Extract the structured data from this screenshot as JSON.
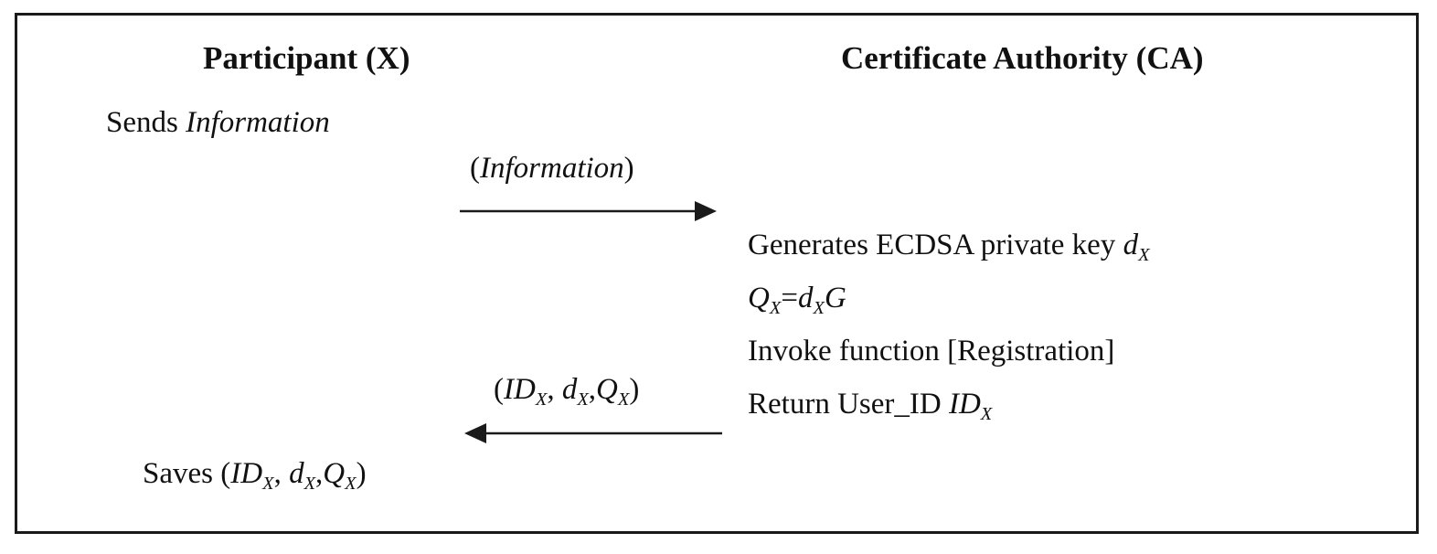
{
  "headers": {
    "participant": "Participant (X)",
    "ca": "Certificate Authority (CA)"
  },
  "participant": {
    "sends_prefix": "Sends",
    "sends_var": "Information",
    "saves_prefix": "Saves",
    "saves_open": "(",
    "saves_close": ")"
  },
  "messages": {
    "request": {
      "open": "(",
      "var": "Information",
      "close": ")"
    },
    "response": {
      "open": "(",
      "close": ")"
    }
  },
  "ca_steps": {
    "generate_prefix": "Generates ECDSA private key",
    "qx_eq": "=",
    "invoke": "Invoke function [Registration]",
    "return_prefix": "Return User_ID"
  },
  "symbols": {
    "id": "ID",
    "d": "d",
    "q": "Q",
    "g": "G",
    "sub_x": "X",
    "comma": ","
  },
  "colors": {
    "stroke": "#1a1a1a",
    "text": "#111111"
  }
}
